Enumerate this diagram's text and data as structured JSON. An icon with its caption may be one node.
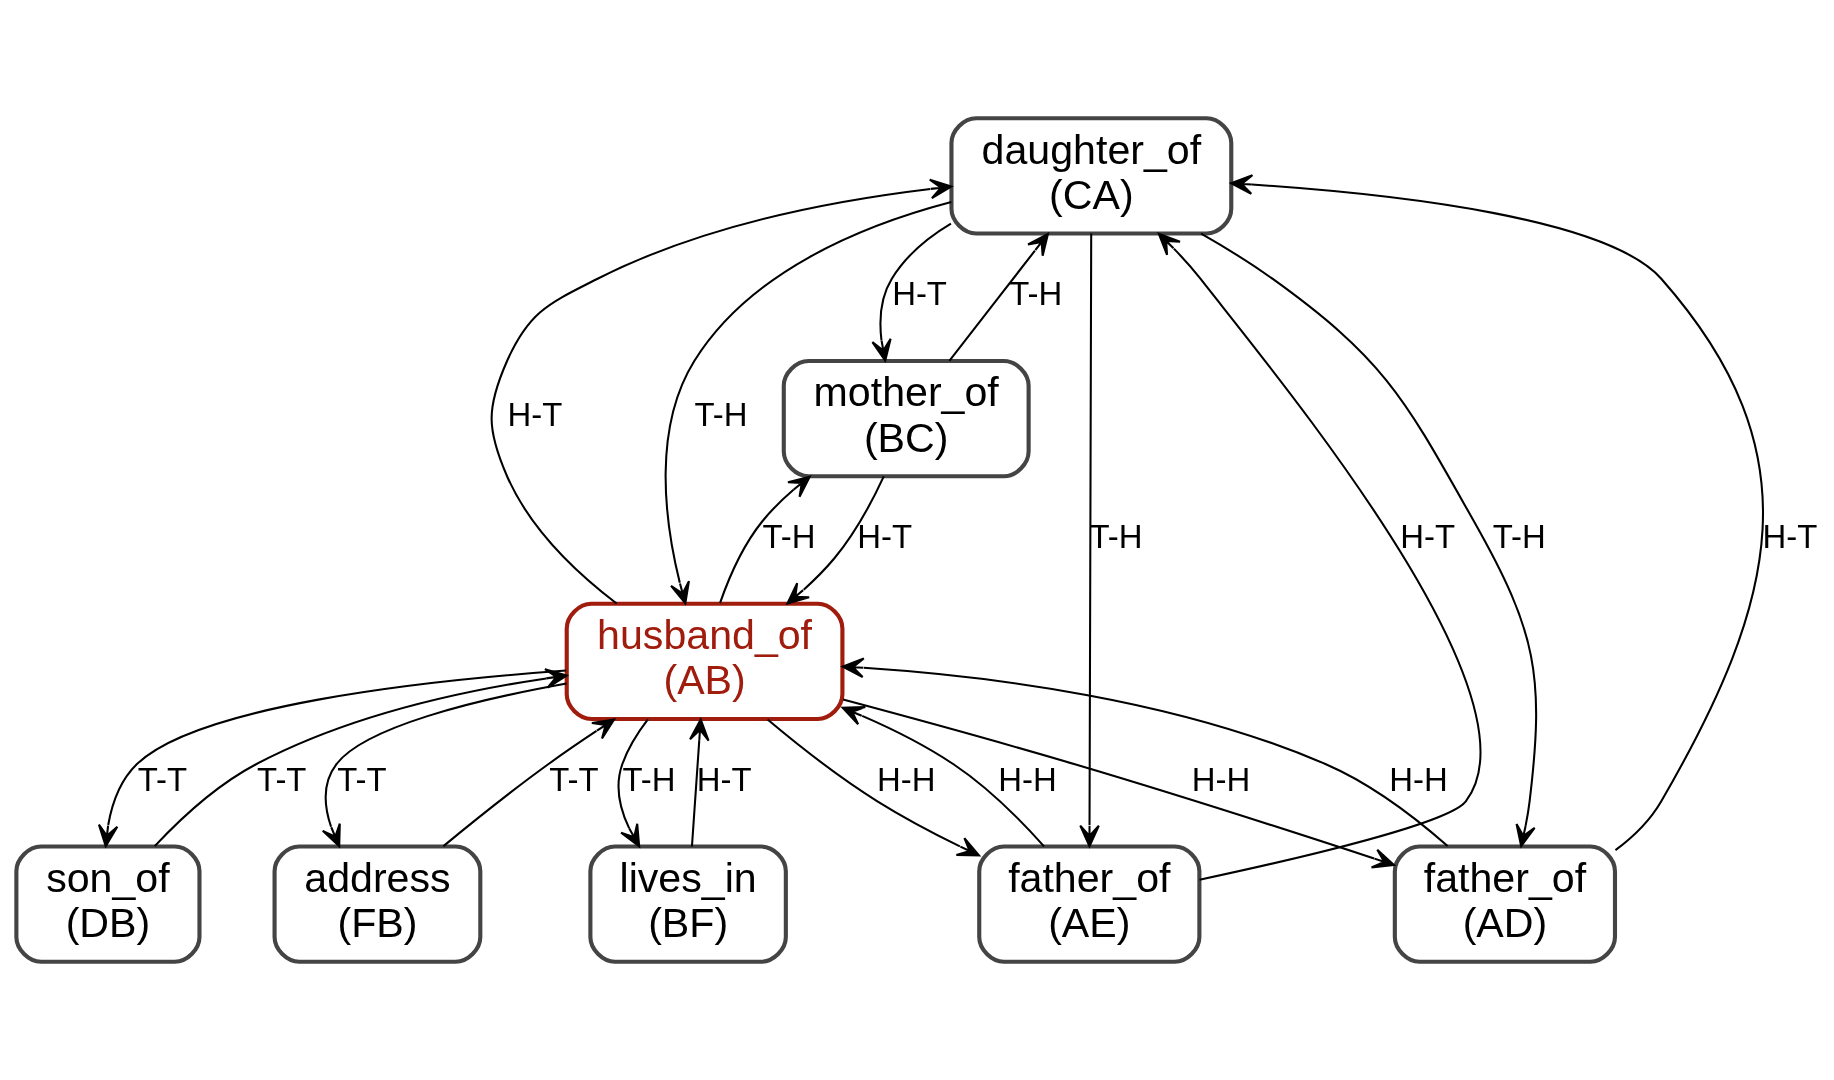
{
  "diagram": {
    "nodes": [
      {
        "text": [
          "daughter_of",
          "(CA)"
        ]
      },
      {
        "text": [
          "mother_of",
          "(BC)"
        ]
      },
      {
        "text": [
          "lives_in",
          "(BF)"
        ]
      },
      {
        "text": [
          "father_of",
          "(AD)"
        ]
      },
      {
        "text": [
          "husband_of",
          "(AB)"
        ]
      },
      {
        "text": [
          "father_of",
          "(AE)"
        ]
      },
      {
        "text": [
          "son_of",
          "(DB)"
        ]
      },
      {
        "text": [
          "address",
          "(FB)"
        ]
      }
    ],
    "edges": [
      {
        "from": 0,
        "to": 1,
        "arrow": "to",
        "label": "H-T"
      },
      {
        "from": 1,
        "to": 0,
        "arrow": "to",
        "label": "T-H"
      },
      {
        "from": 3,
        "to": 0,
        "arrow": "to",
        "label": "H-T"
      },
      {
        "from": 0,
        "to": 3,
        "arrow": "to",
        "label": "T-H"
      },
      {
        "from": 5,
        "to": 0,
        "arrow": "to",
        "label": "H-T"
      },
      {
        "from": 0,
        "to": 5,
        "arrow": "to",
        "label": "T-H"
      },
      {
        "from": 4,
        "to": 0,
        "arrow": "to",
        "label": "H-T"
      },
      {
        "from": 0,
        "to": 4,
        "arrow": "to",
        "label": "T-H"
      },
      {
        "from": 1,
        "to": 4,
        "arrow": "to",
        "label": "H-T"
      },
      {
        "from": 4,
        "to": 1,
        "arrow": "to",
        "label": "T-H"
      },
      {
        "from": 2,
        "to": 4,
        "arrow": "to",
        "label": "H-T"
      },
      {
        "from": 4,
        "to": 2,
        "arrow": "to",
        "label": "T-H"
      },
      {
        "from": 3,
        "to": 4,
        "arrow": "to",
        "label": "H-H"
      },
      {
        "from": 4,
        "to": 3,
        "arrow": "to",
        "label": "H-H"
      },
      {
        "from": 5,
        "to": 4,
        "arrow": "to",
        "label": "H-H"
      },
      {
        "from": 4,
        "to": 5,
        "arrow": "to",
        "label": "H-H"
      },
      {
        "from": 6,
        "to": 4,
        "arrow": "to",
        "label": "T-T"
      },
      {
        "from": 4,
        "to": 6,
        "arrow": "to",
        "label": "T-T"
      },
      {
        "from": 4,
        "to": 7,
        "arrow": "to",
        "label": "T-T"
      },
      {
        "from": 7,
        "to": 4,
        "arrow": "to",
        "label": "T-T"
      }
    ]
  }
}
